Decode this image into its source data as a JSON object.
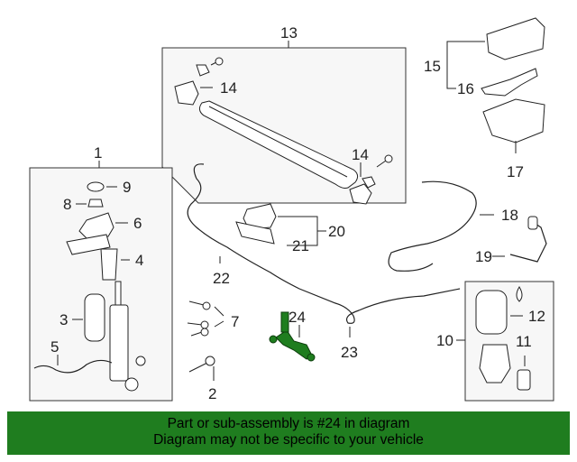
{
  "callouts": {
    "n1": "1",
    "n2": "2",
    "n3": "3",
    "n4": "4",
    "n5": "5",
    "n6": "6",
    "n7": "7",
    "n8": "8",
    "n9": "9",
    "n10": "10",
    "n11": "11",
    "n12": "12",
    "n13": "13",
    "n14a": "14",
    "n14b": "14",
    "n15": "15",
    "n16": "16",
    "n17": "17",
    "n18": "18",
    "n19": "19",
    "n20": "20",
    "n21": "21",
    "n22": "22",
    "n23": "23",
    "n24": "24"
  },
  "highlight_color": "#1f7d1f",
  "banner": {
    "line1": "Part or sub-assembly is #24 in diagram",
    "line2": "Diagram may not be specific to your vehicle"
  }
}
